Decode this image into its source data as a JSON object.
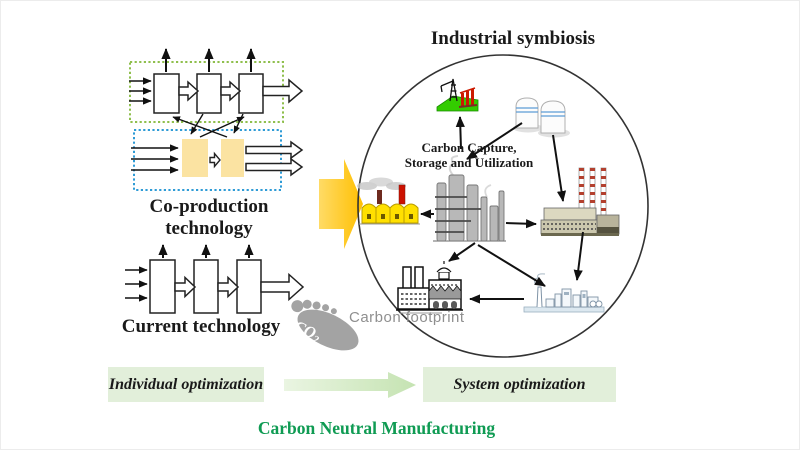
{
  "left_panel": {
    "co_production_label": "Co-production technology",
    "current_label": "Current technology"
  },
  "right_panel": {
    "title": "Industrial symbiosis",
    "ccsu_line1": "Carbon Capture,",
    "ccsu_line2": "Storage and Utilization"
  },
  "footprint": {
    "label": "Carbon footprint",
    "co2_main": "CO",
    "co2_sub": "2"
  },
  "bottom": {
    "individual": "Individual optimization",
    "system": "System optimization",
    "title": "Carbon Neutral Manufacturing"
  },
  "colors": {
    "dotted_green": "#8fbf4d",
    "dotted_blue": "#2e9bd6",
    "process_yellow": "#fbe3a2",
    "big_arrow_orange": "#ffc000",
    "optimization_bg": "#e2efda",
    "optimization_arrow": "#cde7bc",
    "title_green": "#0f9b53",
    "footprint_gray": "#a3a3a3",
    "footprint_text_gray": "#8f8f8f"
  },
  "icons": {
    "transformation": "big-orange-arrow-icon",
    "derrick": "oil-derrick-icon",
    "tanks": "storage-tanks-icon",
    "refinery": "chemical-plant-icon",
    "boiler_house": "smoking-factory-icon",
    "power": "power-plant-icon",
    "factory": "factory-icon",
    "skyline": "industrial-skyline-icon",
    "footprint": "co2-footprint-icon",
    "optimization_flow": "green-arrow-right-icon"
  }
}
